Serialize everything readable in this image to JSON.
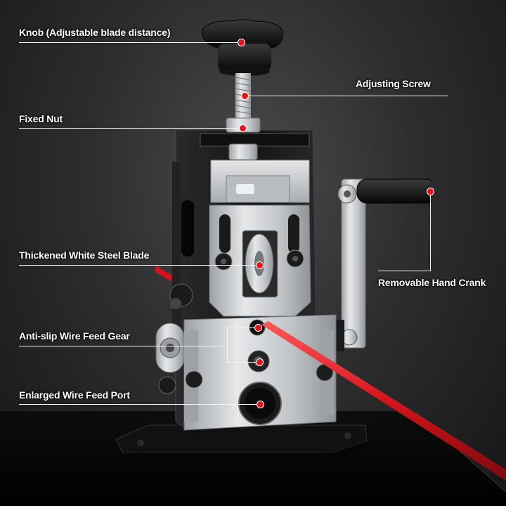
{
  "annotations": [
    {
      "id": "knob",
      "text": "Knob (Adjustable blade distance)"
    },
    {
      "id": "adjusting-screw",
      "text": "Adjusting Screw"
    },
    {
      "id": "fixed-nut",
      "text": "Fixed Nut"
    },
    {
      "id": "blade",
      "text": "Thickened White Steel Blade"
    },
    {
      "id": "hand-crank",
      "text": "Removable Hand Crank"
    },
    {
      "id": "feed-gear",
      "text": "Anti-slip Wire Feed Gear"
    },
    {
      "id": "feed-port",
      "text": "Enlarged Wire Feed Port"
    }
  ],
  "colors": {
    "callout_dot": "#e0141b",
    "callout_line": "#f2f2f2",
    "wire": "#d4141c",
    "machine_body": "#1a1a1a",
    "steel": "#c9cbcd"
  }
}
